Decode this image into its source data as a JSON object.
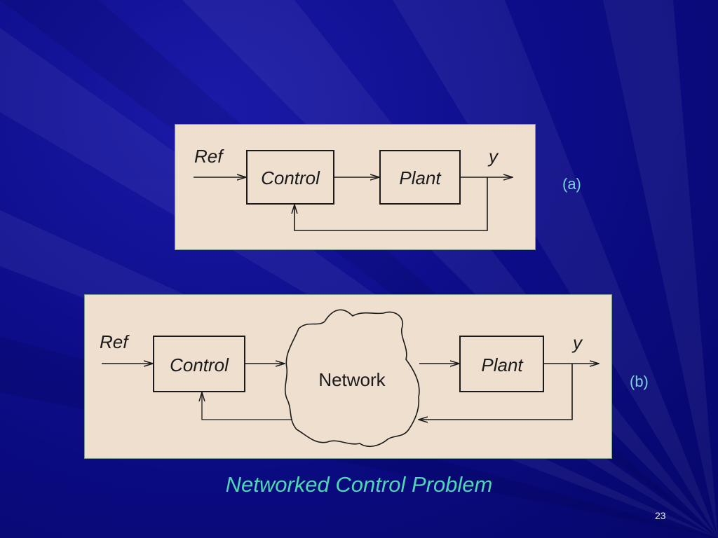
{
  "slide": {
    "title": "Networked Control Problem",
    "page_number": "23",
    "background_color": "#0d0d8a",
    "title_color": "#4fd6b4",
    "tag_color": "#7ed0e0",
    "panel_color": "#efdfcf"
  },
  "diagram_a": {
    "tag": "(a)",
    "input_label": "Ref",
    "output_label": "y",
    "blocks": [
      "Control",
      "Plant"
    ]
  },
  "diagram_b": {
    "tag": "(b)",
    "input_label": "Ref",
    "output_label": "y",
    "blocks": [
      "Control",
      "Plant"
    ],
    "network_label": "Network"
  }
}
